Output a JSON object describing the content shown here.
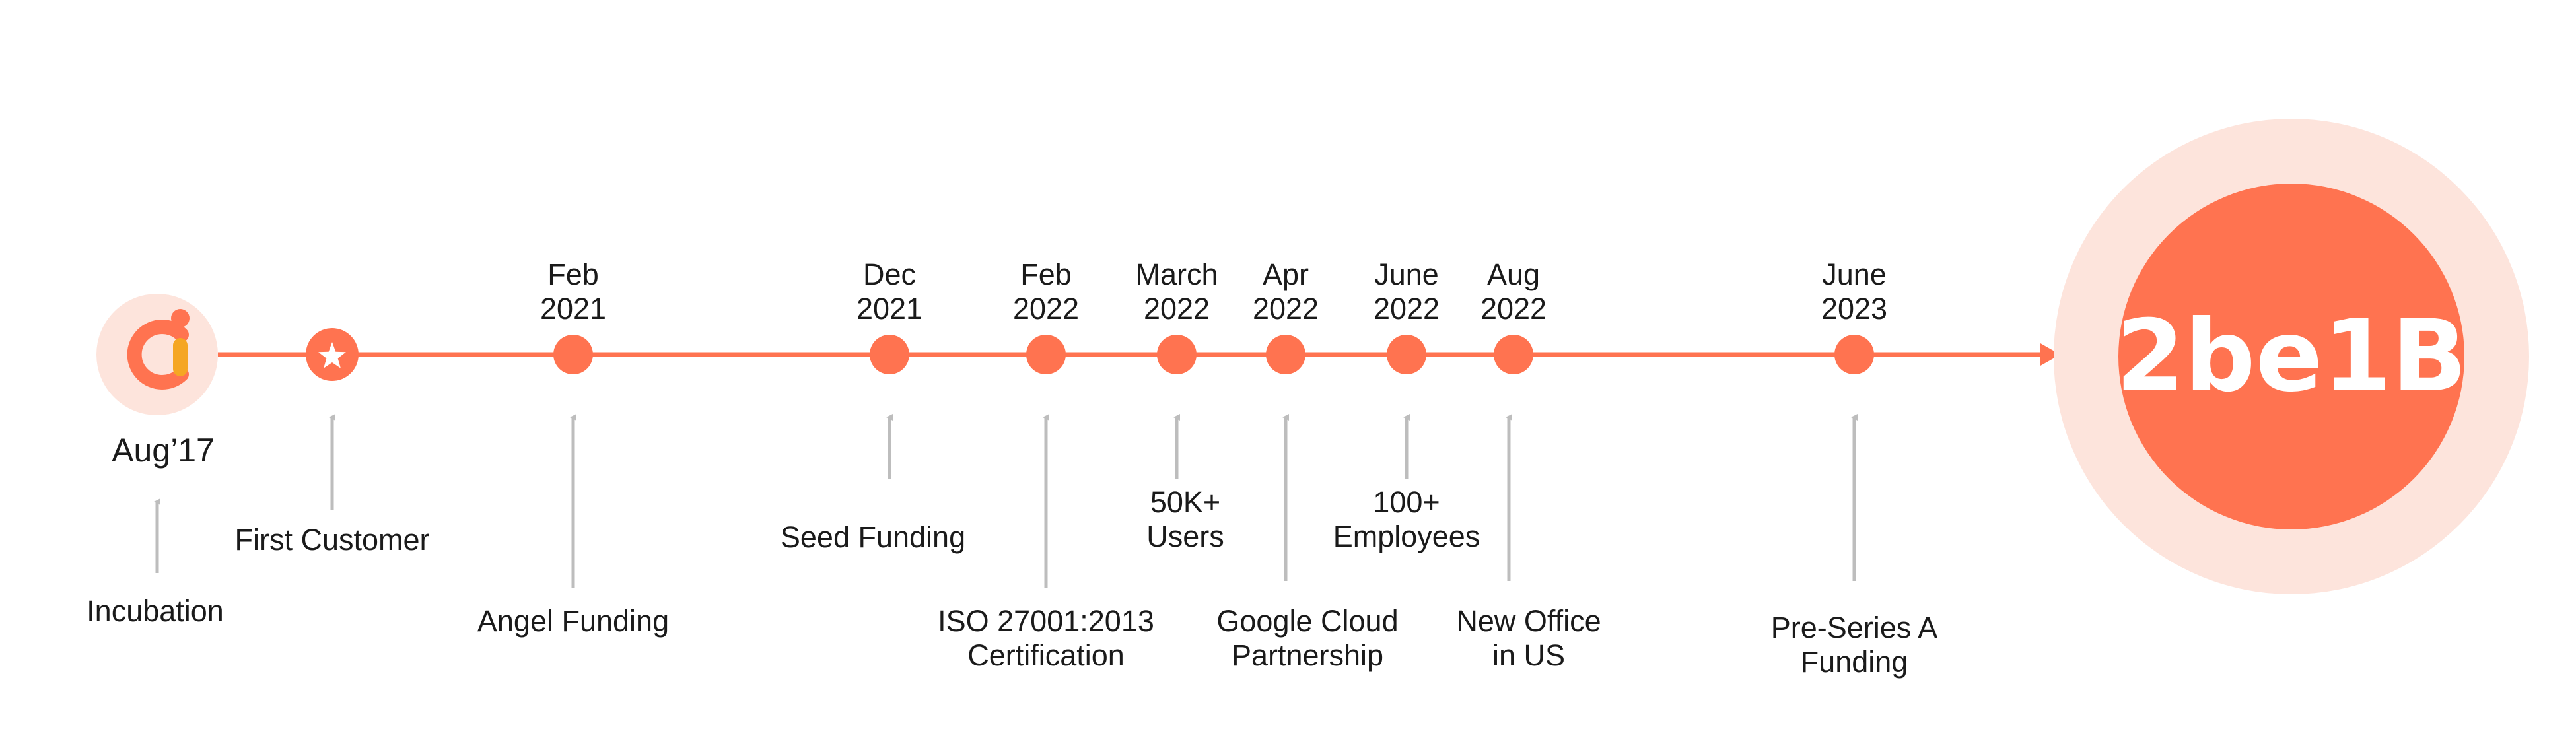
{
  "timeline": {
    "start": {
      "date": "Aug’17",
      "label": "Incubation",
      "icon": "logo-icon"
    },
    "goal": "2be1B",
    "milestones": [
      {
        "icon": "star-icon",
        "date_lines": [],
        "label_lines": [
          "First Customer"
        ]
      },
      {
        "date_lines": [
          "Feb",
          "2021"
        ],
        "label_lines": [
          "Angel Funding"
        ]
      },
      {
        "date_lines": [
          "Dec",
          "2021"
        ],
        "label_lines": [
          "Seed Funding"
        ]
      },
      {
        "date_lines": [
          "Feb",
          "2022"
        ],
        "label_lines": [
          "ISO 27001:2013",
          "Certification"
        ]
      },
      {
        "date_lines": [
          "March",
          "2022"
        ],
        "label_lines": [
          "50K+",
          "Users"
        ]
      },
      {
        "date_lines": [
          "Apr",
          "2022"
        ],
        "label_lines": [
          "Google Cloud",
          "Partnership"
        ]
      },
      {
        "date_lines": [
          "June",
          "2022"
        ],
        "label_lines": [
          "100+",
          "Employees"
        ]
      },
      {
        "date_lines": [
          "Aug",
          "2022"
        ],
        "label_lines": [
          "New Office",
          "in US"
        ]
      },
      {
        "date_lines": [
          "June",
          "2023"
        ],
        "label_lines": [
          "Pre-Series A",
          "Funding"
        ]
      }
    ]
  },
  "colors": {
    "accent": "#FF7350",
    "accent_light": "#FDE4DC",
    "arrow_gray": "#BDBDBD",
    "text": "#1A1A1A"
  }
}
